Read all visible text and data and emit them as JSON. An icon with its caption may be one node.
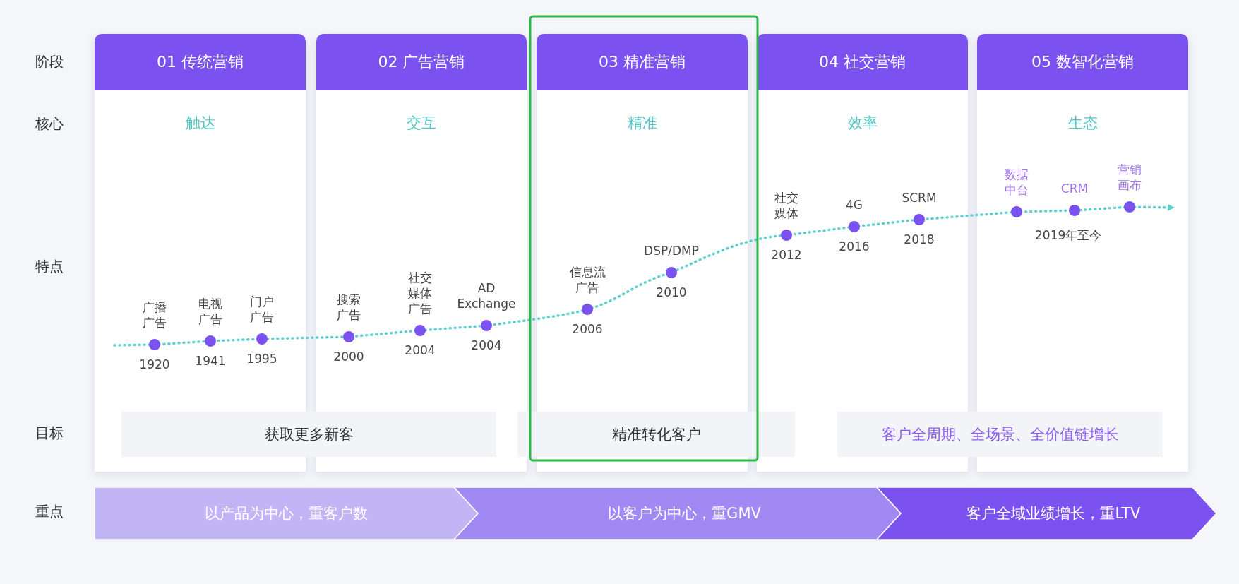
{
  "diagram": {
    "nodes": [
      {
        "text": [
          "01 传统营销",
          "触达"
        ]
      },
      {
        "text": [
          "02 广告营销",
          "交互"
        ]
      },
      {
        "text": [
          "03 精准营销",
          "精准"
        ]
      },
      {
        "text": [
          "04 社交营销",
          "效率"
        ]
      },
      {
        "text": [
          "05 数智化营销",
          "生态"
        ]
      },
      {
        "text": [
          "获取更多新客"
        ]
      },
      {
        "text": [
          "精准转化客户"
        ]
      },
      {
        "text": [
          "客户全周期、全场景、全价值链增长"
        ]
      },
      {
        "text": [
          "以产品为中心，重客户数"
        ]
      },
      {
        "text": [
          "以客户为中心，重GMV"
        ]
      },
      {
        "text": [
          "客户全域业绩增长，重LTV"
        ]
      },
      {
        "text": [
          "广播广告"
        ],
        "beside": [
          "1920"
        ],
        "in": 0
      },
      {
        "text": [
          "电视广告"
        ],
        "beside": [
          "1941"
        ],
        "in": 0
      },
      {
        "text": [
          "门户广告"
        ],
        "beside": [
          "1995"
        ],
        "in": 0
      },
      {
        "text": [
          "搜索广告"
        ],
        "beside": [
          "2000"
        ],
        "in": 1
      },
      {
        "text": [
          "社交媒体广告"
        ],
        "beside": [
          "2004"
        ],
        "in": 1
      },
      {
        "text": [
          "AD Exchange"
        ],
        "beside": [
          "2004"
        ],
        "in": 1
      },
      {
        "text": [
          "信息流广告"
        ],
        "beside": [
          "2006"
        ],
        "in": 2
      },
      {
        "text": [
          "DSP/DMP"
        ],
        "beside": [
          "2010"
        ],
        "in": 2
      },
      {
        "text": [
          "社交媒体"
        ],
        "beside": [
          "2012"
        ],
        "in": 3
      },
      {
        "text": [
          "4G"
        ],
        "beside": [
          "2016"
        ],
        "in": 3
      },
      {
        "text": [
          "SCRM"
        ],
        "beside": [
          "2018"
        ],
        "in": 3
      },
      {
        "text": [
          "数据中台"
        ],
        "in": 4
      },
      {
        "text": [
          "CRM"
        ],
        "in": 4
      },
      {
        "text": [
          "营销画布"
        ],
        "in": 4
      }
    ],
    "edges": [],
    "labels": [
      "阶段",
      "核心",
      "特点",
      "目标",
      "重点",
      "2019年至今"
    ]
  }
}
